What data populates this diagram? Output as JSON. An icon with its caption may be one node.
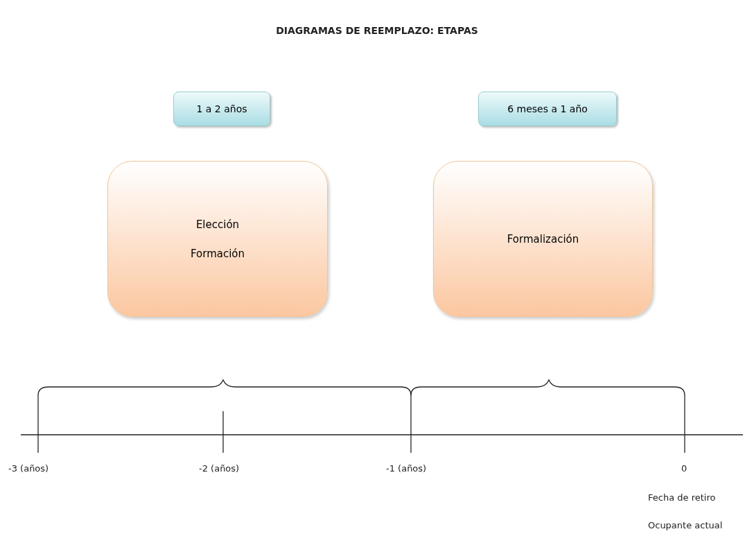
{
  "diagram": {
    "title": "DIAGRAMAS DE REEMPLAZO: ETAPAS",
    "nodes": [
      {
        "text": [
          "1 a 2 años"
        ]
      },
      {
        "text": [
          "6 meses a 1 año"
        ]
      },
      {
        "text": [
          "Elección",
          "Formación"
        ]
      },
      {
        "text": [
          "Formalización"
        ]
      }
    ],
    "labels": [
      "-3 (años)",
      "-2 (años)",
      "-1 (años)",
      "0",
      "Fecha de retiro",
      "Ocupante actual"
    ]
  }
}
